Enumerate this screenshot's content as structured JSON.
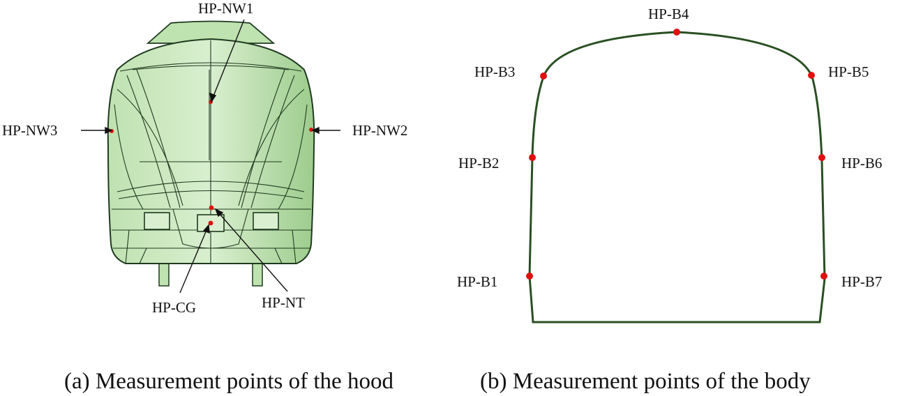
{
  "colors": {
    "hood_fill_light": "#d9efcf",
    "hood_fill_mid": "#bfe2b1",
    "hood_fill_dark": "#9dcc8d",
    "outline": "#1f3a1f",
    "body_outline": "#2a4f22",
    "point": "#e01010"
  },
  "hood": {
    "labels": {
      "nw1": "HP-NW1",
      "nw2": "HP-NW2",
      "nw3": "HP-NW3",
      "cg": "HP-CG",
      "nt": "HP-NT"
    },
    "caption": "(a) Measurement points of the hood"
  },
  "body": {
    "labels": {
      "b1": "HP-B1",
      "b2": "HP-B2",
      "b3": "HP-B3",
      "b4": "HP-B4",
      "b5": "HP-B5",
      "b6": "HP-B6",
      "b7": "HP-B7"
    },
    "caption": "(b) Measurement points of the body"
  }
}
